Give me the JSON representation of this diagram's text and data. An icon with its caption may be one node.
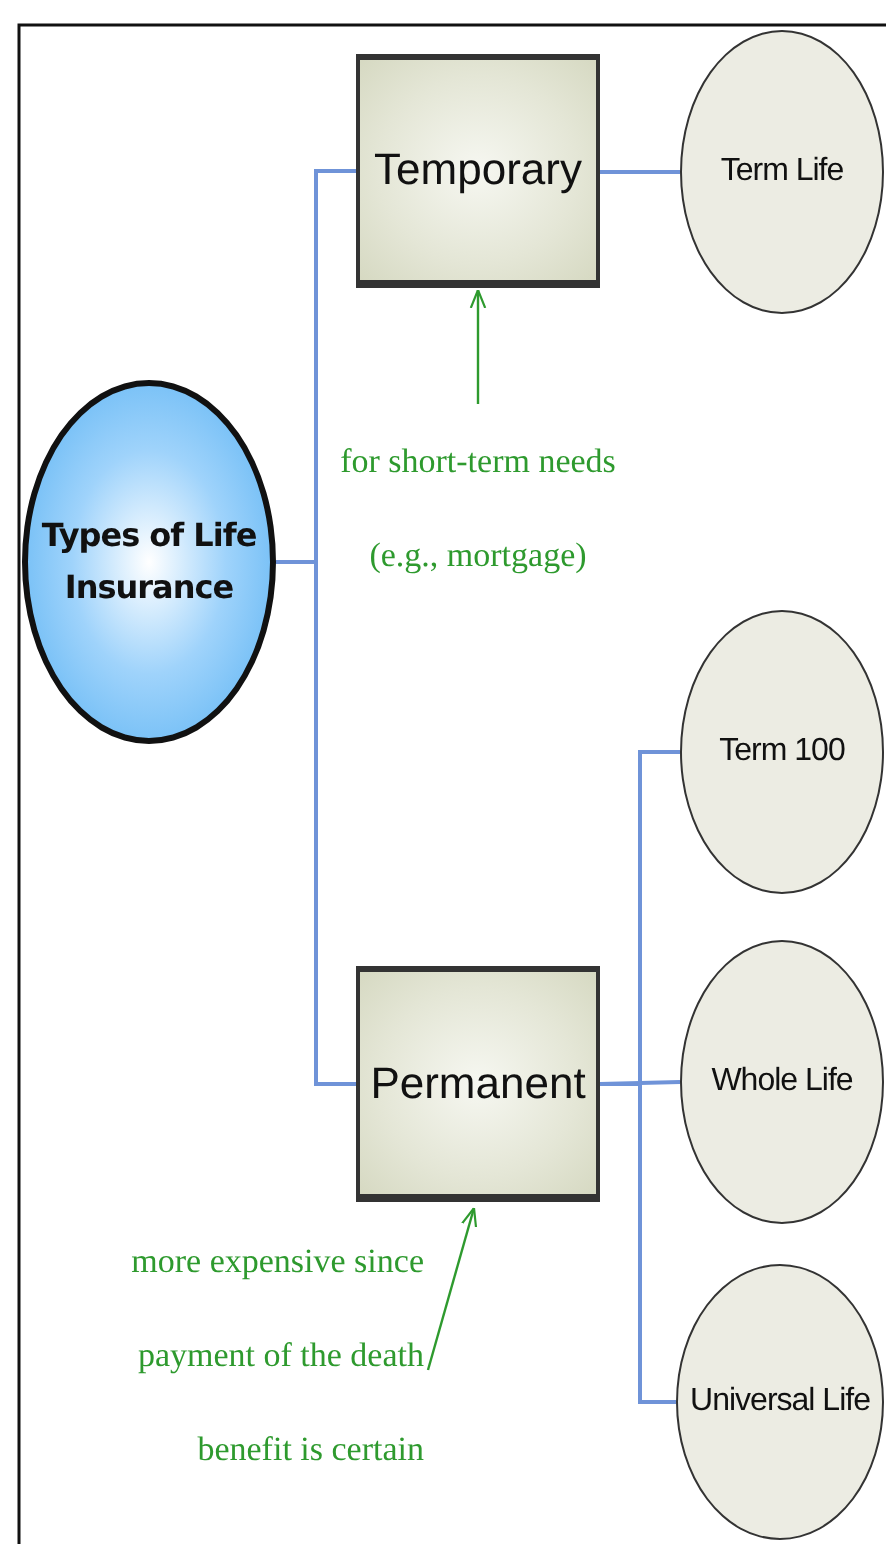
{
  "diagram": {
    "nodes": [
      {
        "text": [
          "Types of Life Insurance"
        ]
      },
      {
        "text": [
          "Temporary"
        ]
      },
      {
        "text": [
          "Term Life"
        ]
      },
      {
        "text": [
          "Term 100"
        ]
      },
      {
        "text": [
          "Permanent"
        ]
      },
      {
        "text": [
          "Whole Life"
        ]
      },
      {
        "text": [
          "Universal Life"
        ]
      },
      {
        "text": [
          "for short-term needs (e.g.,  mortgage)"
        ]
      },
      {
        "text": [
          "more expensive since payment of the death benefit is certain"
        ]
      }
    ],
    "edges": [
      {
        "from": 0,
        "to": 1,
        "arrow": "none"
      },
      {
        "from": 0,
        "to": 4,
        "arrow": "none"
      },
      {
        "from": 1,
        "to": 2,
        "arrow": "none"
      },
      {
        "from": 4,
        "to": 3,
        "arrow": "none"
      },
      {
        "from": 4,
        "to": 5,
        "arrow": "none"
      },
      {
        "from": 4,
        "to": 6,
        "arrow": "none"
      },
      {
        "from": 7,
        "to": 1,
        "arrow": "to",
        "color": "#2e9a2e"
      },
      {
        "from": 8,
        "to": 4,
        "arrow": "to",
        "color": "#2e9a2e"
      }
    ]
  }
}
